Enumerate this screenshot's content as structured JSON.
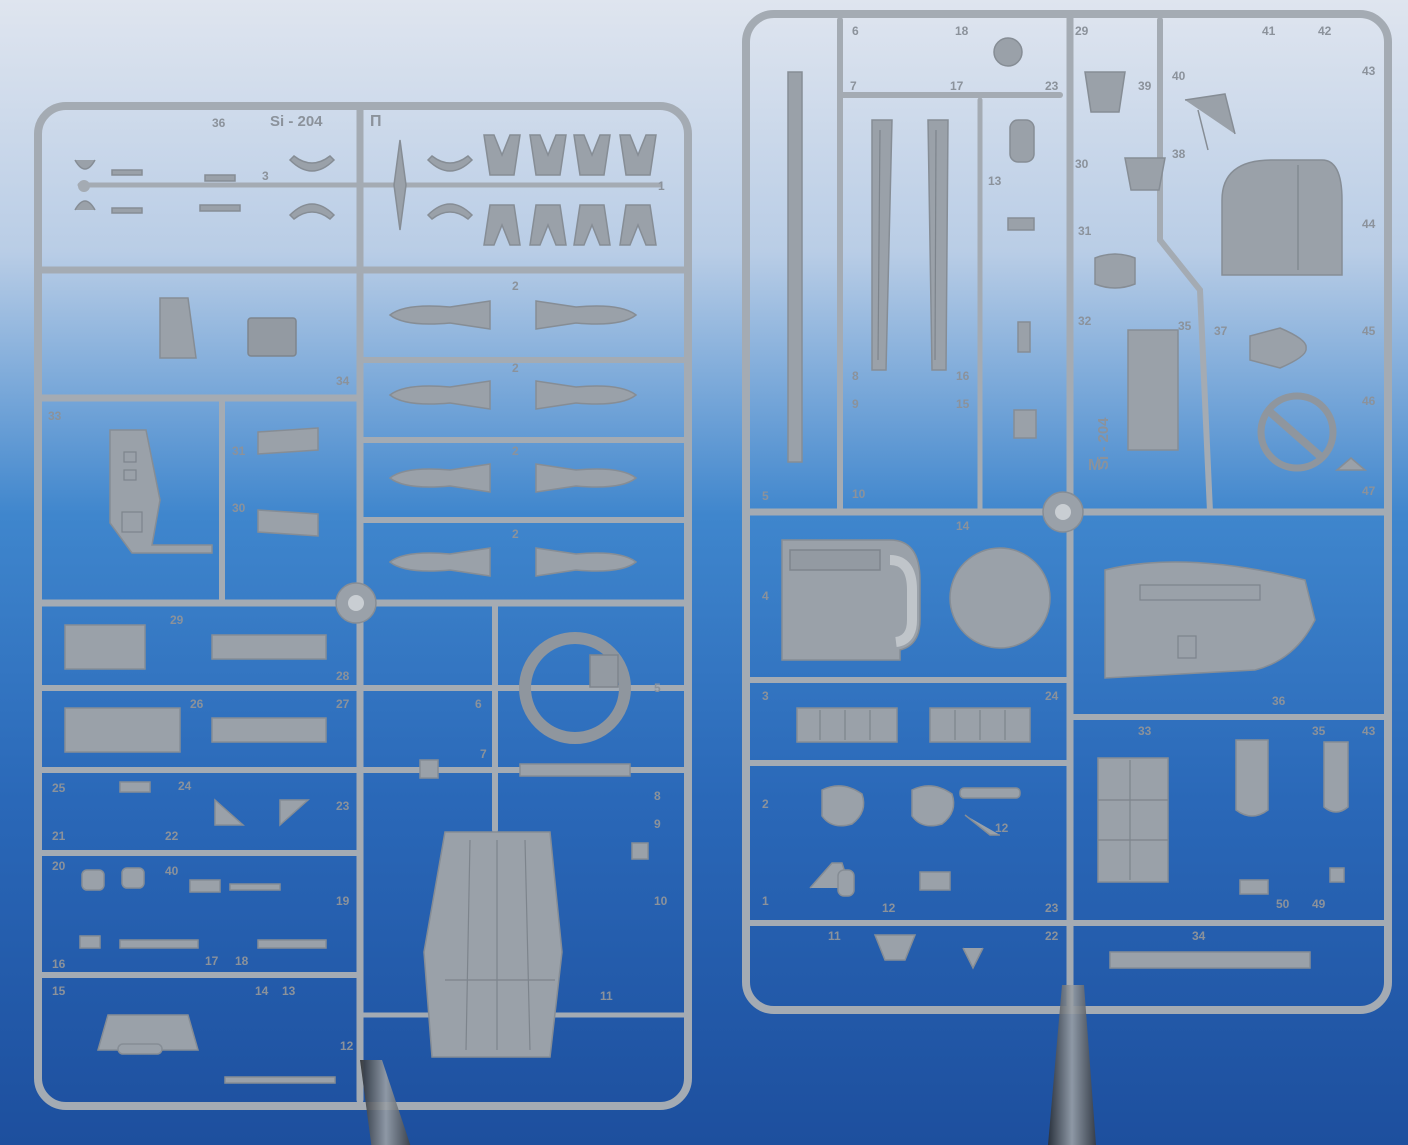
{
  "scene": {
    "colors": {
      "background_top": "#dfe5ef",
      "background_mid": "#3f86cd",
      "background_bottom": "#1d4f9e",
      "plastic": "#a4abb3",
      "plastic_shadow": "#868d95"
    }
  },
  "sprues": {
    "left": {
      "code": "Si - 204",
      "letter": "П",
      "labels": [
        "36",
        "3",
        "1",
        "2",
        "2",
        "2",
        "2",
        "31",
        "30",
        "33",
        "34",
        "29",
        "28",
        "27",
        "26",
        "5",
        "6",
        "7",
        "8",
        "9",
        "10",
        "11",
        "12",
        "19",
        "22",
        "23",
        "24",
        "25",
        "21",
        "20",
        "40",
        "16",
        "15",
        "17",
        "18",
        "14",
        "13"
      ]
    },
    "right": {
      "code": "Si - 204",
      "letter": "M",
      "labels": [
        "6",
        "18",
        "17",
        "7",
        "23",
        "29",
        "39",
        "40",
        "41",
        "42",
        "43",
        "38",
        "30",
        "44",
        "45",
        "46",
        "47",
        "31",
        "32",
        "35",
        "37",
        "13",
        "8",
        "9",
        "10",
        "15",
        "16",
        "5",
        "14",
        "4",
        "3",
        "24",
        "36",
        "35",
        "43",
        "2",
        "12",
        "1",
        "11",
        "12",
        "23",
        "22",
        "34",
        "50",
        "49",
        "33"
      ]
    }
  }
}
